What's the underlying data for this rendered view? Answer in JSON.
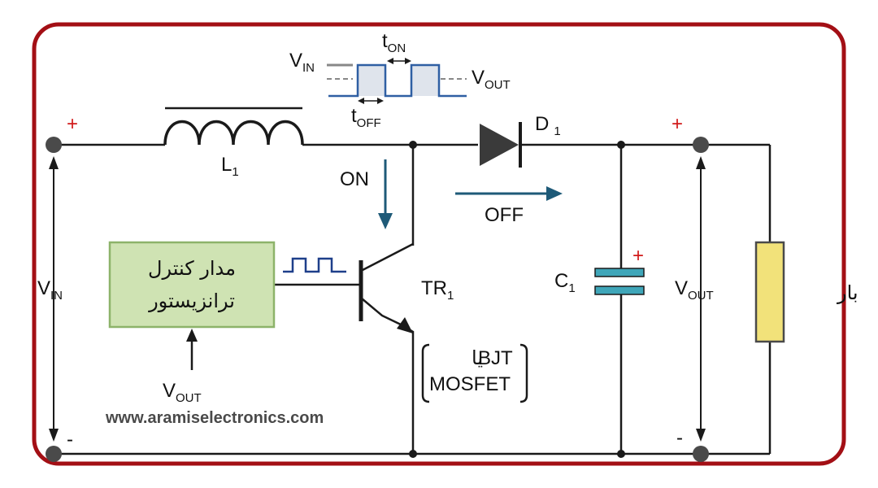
{
  "colors": {
    "frame": "#a30f15",
    "wire": "#1a1a1a",
    "controller_fill": "#cfe3b3",
    "controller_border": "#8db36a",
    "flow_arrow": "#1e5a78",
    "capacitor_plate": "#3fa6b9",
    "load_fill": "#f2e27a",
    "load_border": "#4a4a4a",
    "pulse_fill": "#dfe4ec",
    "pulse_line": "#2f5fa3",
    "polarity": "#d11a1a"
  },
  "labels": {
    "vin_main": "V",
    "vin_sub": "IN",
    "vout_main": "V",
    "vout_sub": "OUT",
    "plus": "+",
    "minus": "-",
    "inductor_main": "L",
    "inductor_sub": "1",
    "diode_main": "D",
    "diode_sub": "1",
    "transistor_main": "TR",
    "transistor_sub": "1",
    "capacitor_main": "C",
    "capacitor_sub": "1",
    "on": "ON",
    "off": "OFF",
    "load": "بار",
    "controller_line1": "مدار کنترل",
    "controller_line2": "ترانزیستور",
    "switch_type_bjt": "BJT",
    "switch_type_or": "یا",
    "switch_type_mosfet": "MOSFET",
    "t_main": "t",
    "t_on_sub": "ON",
    "t_off_sub": "OFF",
    "website": "www.aramiselectronics.com"
  }
}
